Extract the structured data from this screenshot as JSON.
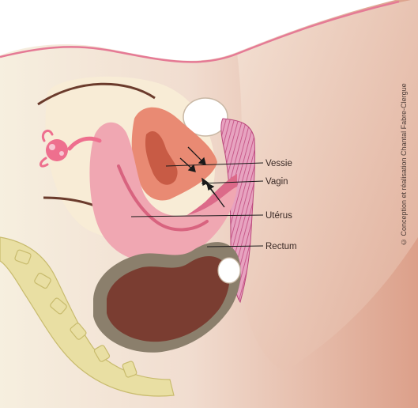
{
  "labels": {
    "bladder": "Vessie",
    "vagina": "Vagin",
    "uterus": "Utérus",
    "rectum": "Rectum"
  },
  "credit": "© Conception et réalisation Chantal Fabre-Clergue",
  "colors": {
    "skin_light": "#f6efdf",
    "skin_mid": "#e9c7b3",
    "skin_shadow": "#d9a08b",
    "bladder": "#e98a73",
    "bladder_inner": "#c85b45",
    "uterus": "#f0a7b2",
    "vaginal_wall": "#dc6a89",
    "rectum_outer": "#8b7f6c",
    "rectum_inner": "#7a3d31",
    "bone": "#e9dfa3",
    "ovary": "#ee6f8e",
    "pointer_line": "#1a1a1a"
  },
  "icons": {
    "arrows": "compression-arrows-icon"
  }
}
